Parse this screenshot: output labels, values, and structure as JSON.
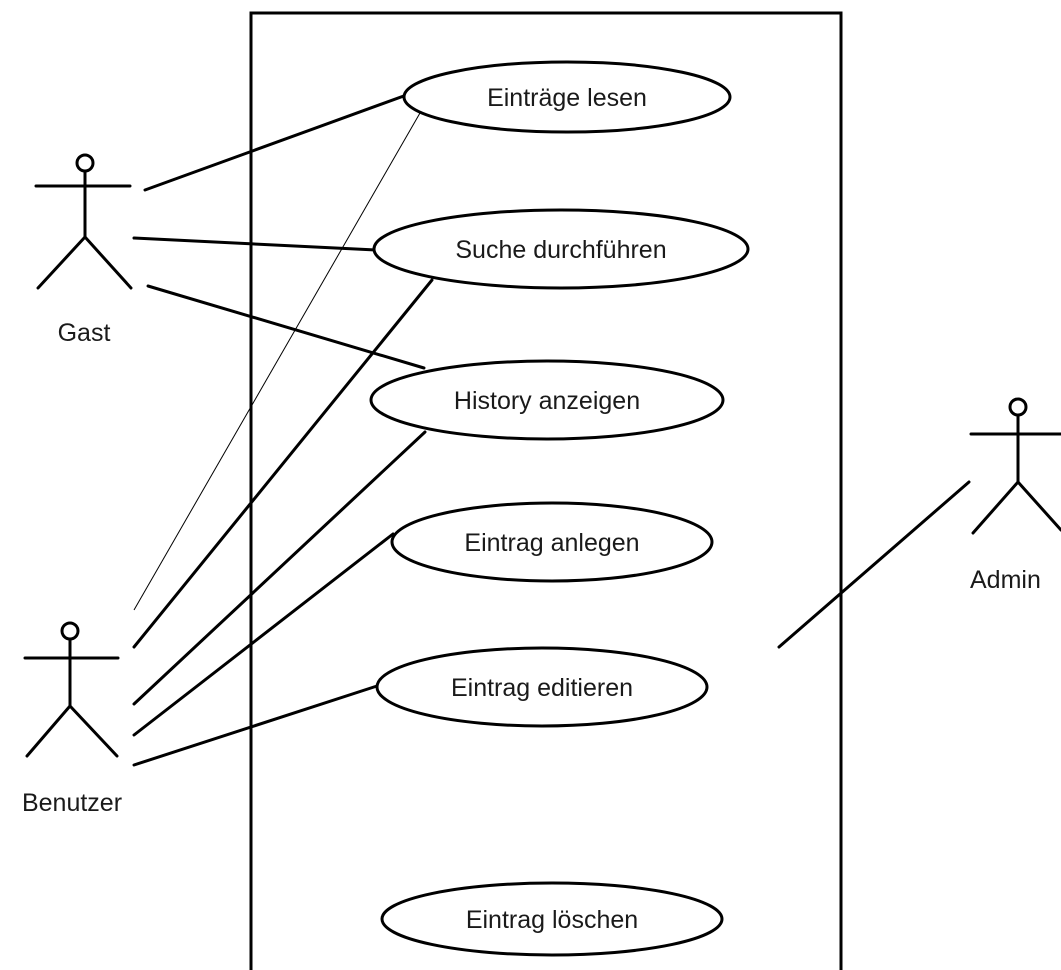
{
  "diagram": {
    "type": "uml-use-case",
    "actors": {
      "gast": "Gast",
      "benutzer": "Benutzer",
      "admin": "Admin"
    },
    "use_cases": {
      "eintraege_lesen": "Einträge lesen",
      "suche_durchfuehren": "Suche durchführen",
      "history_anzeigen": "History anzeigen",
      "eintrag_anlegen": "Eintrag anlegen",
      "eintrag_editieren": "Eintrag editieren",
      "eintrag_loeschen": "Eintrag löschen"
    },
    "associations": [
      {
        "actor": "Gast",
        "use_case": "Einträge lesen"
      },
      {
        "actor": "Gast",
        "use_case": "Suche durchführen"
      },
      {
        "actor": "Gast",
        "use_case": "History anzeigen"
      },
      {
        "actor": "Benutzer",
        "use_case": "Einträge lesen"
      },
      {
        "actor": "Benutzer",
        "use_case": "Suche durchführen"
      },
      {
        "actor": "Benutzer",
        "use_case": "History anzeigen"
      },
      {
        "actor": "Benutzer",
        "use_case": "Eintrag anlegen"
      },
      {
        "actor": "Benutzer",
        "use_case": "Eintrag editieren"
      }
    ]
  }
}
